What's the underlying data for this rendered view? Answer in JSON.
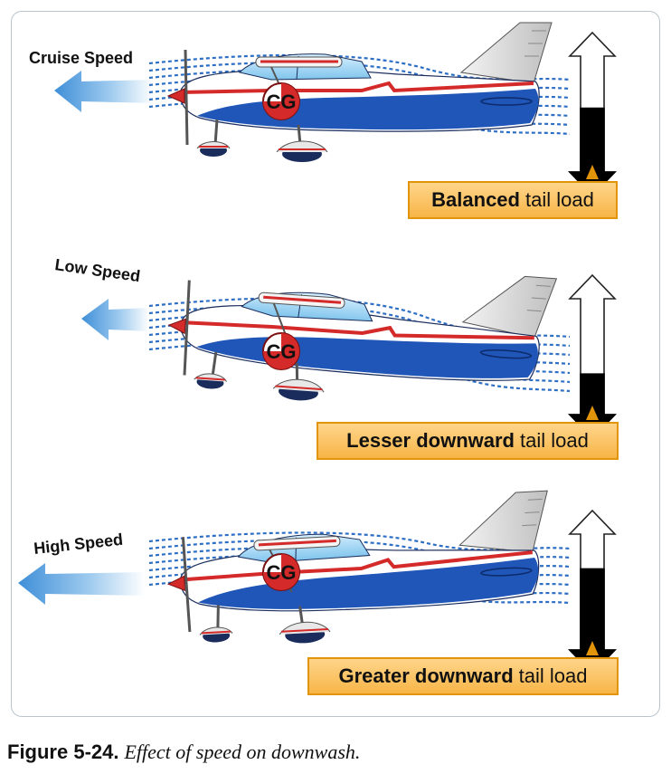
{
  "panels": [
    {
      "speed_label": "Cruise Speed",
      "cg_label": "CG",
      "load_keyword": "Balanced",
      "load_suffix": "tail load",
      "downward_fraction": 0.55
    },
    {
      "speed_label": "Low Speed",
      "cg_label": "CG",
      "load_keyword": "Lesser downward",
      "load_suffix": "tail load",
      "downward_fraction": 0.35
    },
    {
      "speed_label": "High Speed",
      "cg_label": "CG",
      "load_keyword": "Greater downward",
      "load_suffix": "tail load",
      "downward_fraction": 0.7
    }
  ],
  "caption": {
    "number": "Figure 5-24.",
    "text": "Effect of speed on downwash."
  },
  "colors": {
    "airflow": "#2d6fc4",
    "fuselage_blue": "#1f56b8",
    "stripe_red": "#d42a2a",
    "load_box_fill": "#f7b547",
    "load_box_border": "#e2940a",
    "frame_border": "#b9c4cc"
  }
}
